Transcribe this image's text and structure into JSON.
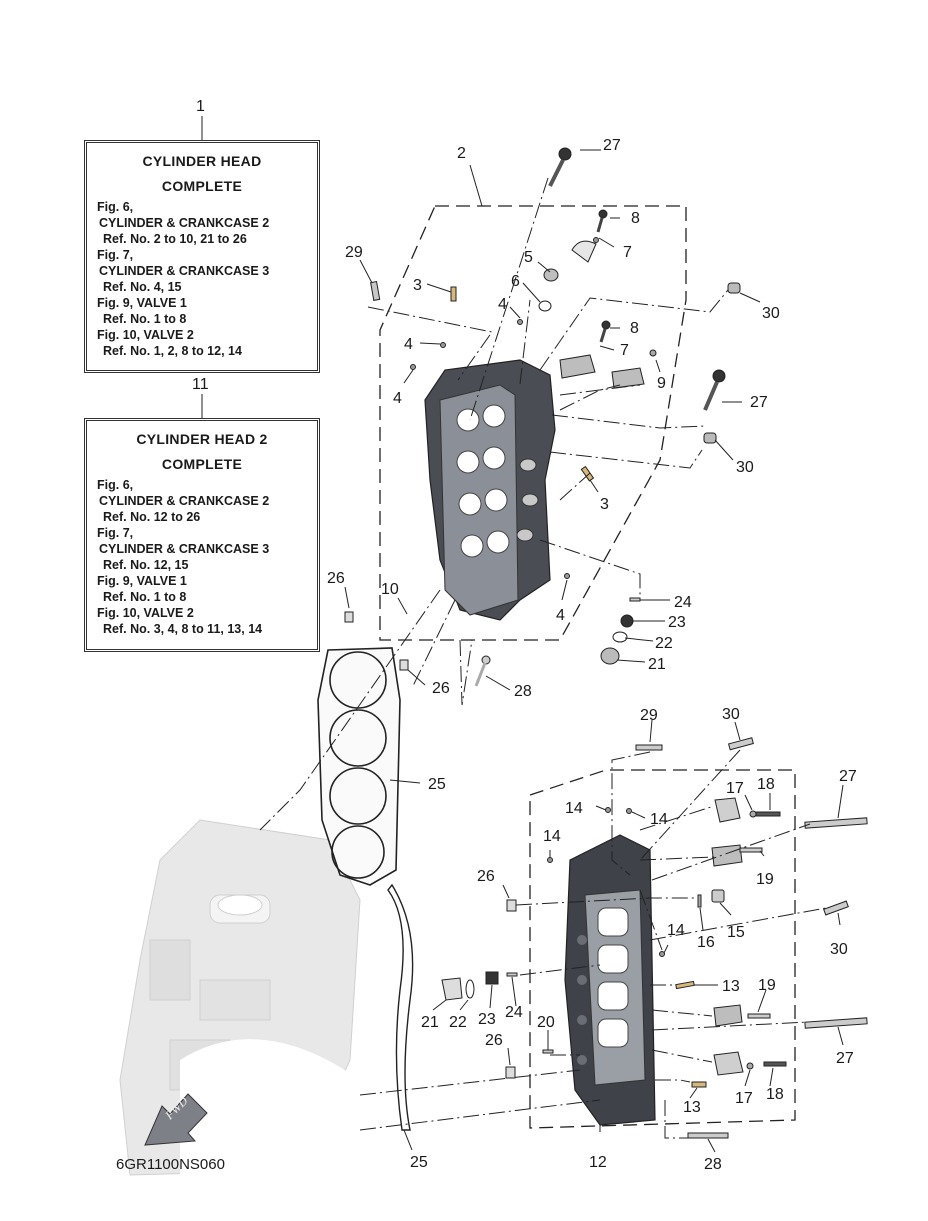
{
  "box1": {
    "ref": "1",
    "title1": "CYLINDER HEAD",
    "title2": "COMPLETE",
    "lines": [
      "Fig. 6,",
      "CYLINDER & CRANKCASE 2",
      "Ref. No. 2 to 10, 21 to 26",
      "Fig. 7,",
      "CYLINDER & CRANKCASE 3",
      "Ref. No. 4, 15",
      "Fig. 9, VALVE 1",
      "Ref. No. 1 to 8",
      "Fig. 10, VALVE 2",
      "Ref. No. 1, 2, 8 to 12, 14"
    ]
  },
  "box2": {
    "ref": "11",
    "title1": "CYLINDER HEAD 2",
    "title2": "COMPLETE",
    "lines": [
      "Fig. 6,",
      "CYLINDER & CRANKCASE 2",
      "Ref. No. 12 to 26",
      "Fig. 7,",
      "CYLINDER & CRANKCASE 3",
      "Ref. No. 12, 15",
      "Fig. 9, VALVE 1",
      "Ref. No. 1 to 8",
      "Fig. 10, VALVE 2",
      "Ref. No. 3, 4, 8 to 11, 13, 14"
    ]
  },
  "callouts": {
    "c2": "2",
    "c27a": "27",
    "c8a": "8",
    "c7a": "7",
    "c29a": "29",
    "c3a": "3",
    "c5": "5",
    "c6": "6",
    "c4a": "4",
    "c30a": "30",
    "c4b": "4",
    "c8b": "8",
    "c7b": "7",
    "c4c": "4",
    "c9": "9",
    "c27b": "27",
    "c30b": "30",
    "c3b": "3",
    "c26a": "26",
    "c10": "10",
    "c4d": "4",
    "c24a": "24",
    "c23a": "23",
    "c22a": "22",
    "c21a": "21",
    "c26b": "26",
    "c28a": "28",
    "c25a": "25",
    "c29b": "29",
    "c30c": "30",
    "c27c": "27",
    "c18a": "18",
    "c17a": "17",
    "c14a": "14",
    "c14b": "14",
    "c14c": "14",
    "c19a": "19",
    "c26c": "26",
    "c16": "16",
    "c15": "15",
    "c14d": "14",
    "c30d": "30",
    "c13a": "13",
    "c19b": "19",
    "c21b": "21",
    "c22b": "22",
    "c23b": "23",
    "c24b": "24",
    "c20": "20",
    "c27d": "27",
    "c26d": "26",
    "c17b": "17",
    "c18b": "18",
    "c13b": "13",
    "c12": "12",
    "c25b": "25",
    "c28b": "28"
  },
  "fwd_label": "FWD",
  "diagram_code": "6GR1100NS060"
}
